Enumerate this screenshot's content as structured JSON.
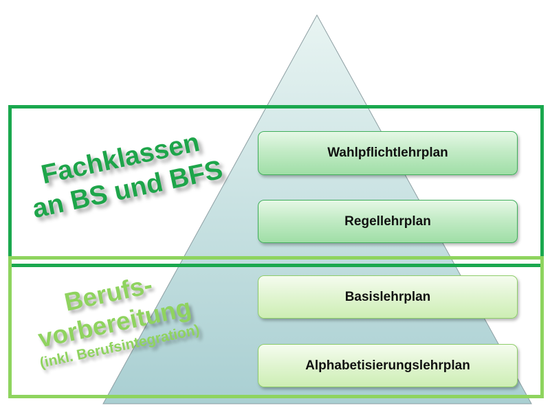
{
  "diagram": {
    "groups": [
      {
        "label_lines": [
          "Fachklassen",
          "an BS und BFS"
        ],
        "color": "#1aa84e"
      },
      {
        "label_lines": [
          "Berufs-",
          "vorbereitung",
          "(inkl. Berufsintegration)"
        ],
        "color": "#8ed45e"
      }
    ],
    "levels": [
      {
        "label": "Wahlpflichtlehrplan",
        "group": 0
      },
      {
        "label": "Regellehrplan",
        "group": 0
      },
      {
        "label": "Basislehrplan",
        "group": 1
      },
      {
        "label": "Alphabetisierungslehrplan",
        "group": 1
      }
    ],
    "colors": {
      "pyramid_top": "#e8f4f2",
      "pyramid_bottom": "#a9cfd2",
      "accent_dark": "#1aa84e",
      "accent_light": "#8ed45e"
    }
  }
}
